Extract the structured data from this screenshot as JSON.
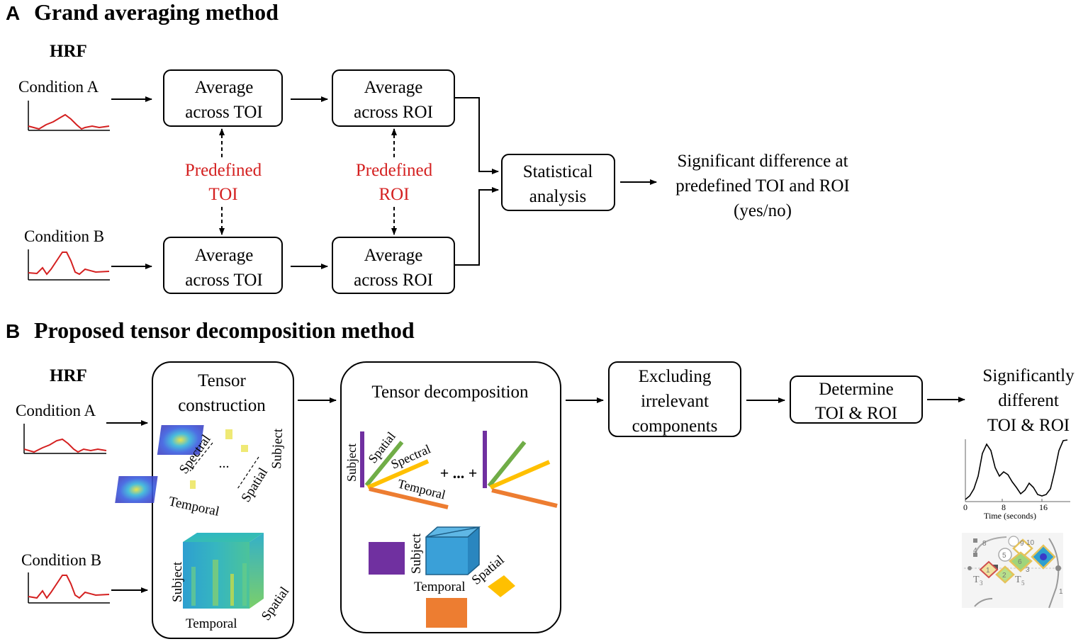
{
  "panel_a": {
    "letter": "A",
    "title": "Grand averaging method",
    "hrf_label": "HRF",
    "condition_a": "Condition A",
    "condition_b": "Condition B",
    "avg_toi_line1": "Average",
    "avg_toi_line2": "across TOI",
    "avg_roi_line1": "Average",
    "avg_roi_line2": "across ROI",
    "predefined_toi_line1": "Predefined",
    "predefined_toi_line2": "TOI",
    "predefined_roi_line1": "Predefined",
    "predefined_roi_line2": "ROI",
    "stats_line1": "Statistical",
    "stats_line2": "analysis",
    "result_line1": "Significant difference at",
    "result_line2": "predefined TOI and ROI",
    "result_line3": "(yes/no)"
  },
  "panel_b": {
    "letter": "B",
    "title": "Proposed tensor decomposition method",
    "hrf_label": "HRF",
    "condition_a": "Condition A",
    "condition_b": "Condition B",
    "tensor_construction_line1": "Tensor",
    "tensor_construction_line2": "construction",
    "tensor_decomposition": "Tensor decomposition",
    "excluding_line1": "Excluding",
    "excluding_line2": "irrelevant",
    "excluding_line3": "components",
    "determine_line1": "Determine",
    "determine_line2": "TOI & ROI",
    "final_line1": "Significantly",
    "final_line2": "different",
    "final_line3": "TOI & ROI",
    "axis_spectral": "Spectral",
    "axis_subject": "Subject",
    "axis_spatial": "Spatial",
    "axis_temporal": "Temporal",
    "dots": "...",
    "plus_dots": "+ ... +",
    "time_axis_label": "Time (seconds)",
    "time_ticks": [
      "0",
      "8",
      "16"
    ],
    "channel_labels": [
      "8",
      "9",
      "10",
      "4",
      "5",
      "6",
      "1",
      "2",
      "3",
      "1"
    ],
    "probe_t3": "T",
    "probe_t3_sub": "3",
    "probe_t5": "T",
    "probe_t5_sub": "5"
  },
  "colors": {
    "highlight_red": "#d42020",
    "hrf_red": "#d42020",
    "purple": "#7030a0",
    "green": "#70ad47",
    "yellow": "#ffc000",
    "orange": "#ed7d31",
    "blue_cube": "#3aa0d8"
  }
}
